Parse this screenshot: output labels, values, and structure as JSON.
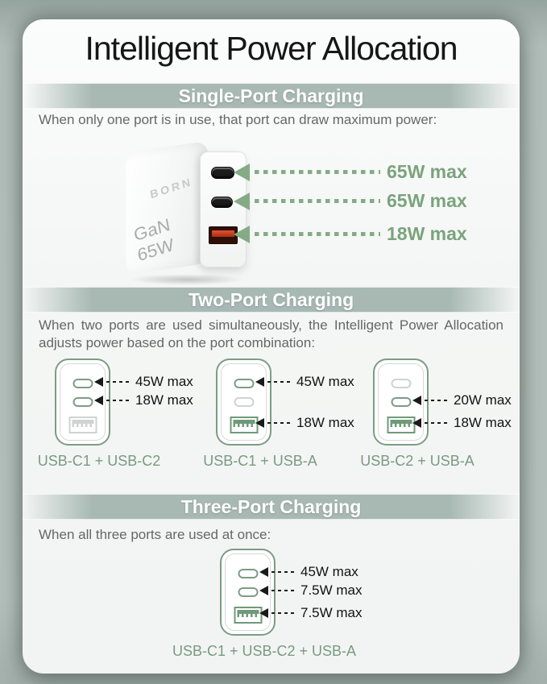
{
  "title": "Intelligent Power Allocation",
  "device": {
    "brand": "BORN",
    "model": "GaN 65W",
    "ports": [
      "USB-C1",
      "USB-C2",
      "USB-A"
    ]
  },
  "colors": {
    "background": "#b3bfbb",
    "card": "#f5f7f6",
    "banner": "#a8b9b4",
    "accent_green": "#7ba37c",
    "label_green": "#7a9a80",
    "usb_a_red": "#d94a28",
    "text_dark": "#1a1a1a",
    "text_gray": "#636867"
  },
  "sections": {
    "single": {
      "banner": "Single-Port Charging",
      "description": "When only one port is in use, that port can draw maximum power:",
      "callouts": [
        "65W max",
        "65W max",
        "18W max"
      ]
    },
    "two": {
      "banner": "Two-Port Charging",
      "description": "When two ports are used simultaneously, the Intelligent Power Allocation adjusts power based on the port combination:",
      "combos": [
        {
          "label": "USB-C1 + USB-C2",
          "active_ports": [
            "USB-C1",
            "USB-C2"
          ],
          "callouts": [
            "45W max",
            "18W max"
          ]
        },
        {
          "label": "USB-C1 + USB-A",
          "active_ports": [
            "USB-C1",
            "USB-A"
          ],
          "callouts": [
            "45W max",
            "18W max"
          ]
        },
        {
          "label": "USB-C2 + USB-A",
          "active_ports": [
            "USB-C2",
            "USB-A"
          ],
          "callouts": [
            "20W max",
            "18W max"
          ]
        }
      ]
    },
    "three": {
      "banner": "Three-Port Charging",
      "description": "When all three ports are used at once:",
      "combo": {
        "label": "USB-C1 + USB-C2 + USB-A",
        "active_ports": [
          "USB-C1",
          "USB-C2",
          "USB-A"
        ],
        "callouts": [
          "45W max",
          "7.5W max",
          "7.5W max"
        ]
      }
    }
  }
}
